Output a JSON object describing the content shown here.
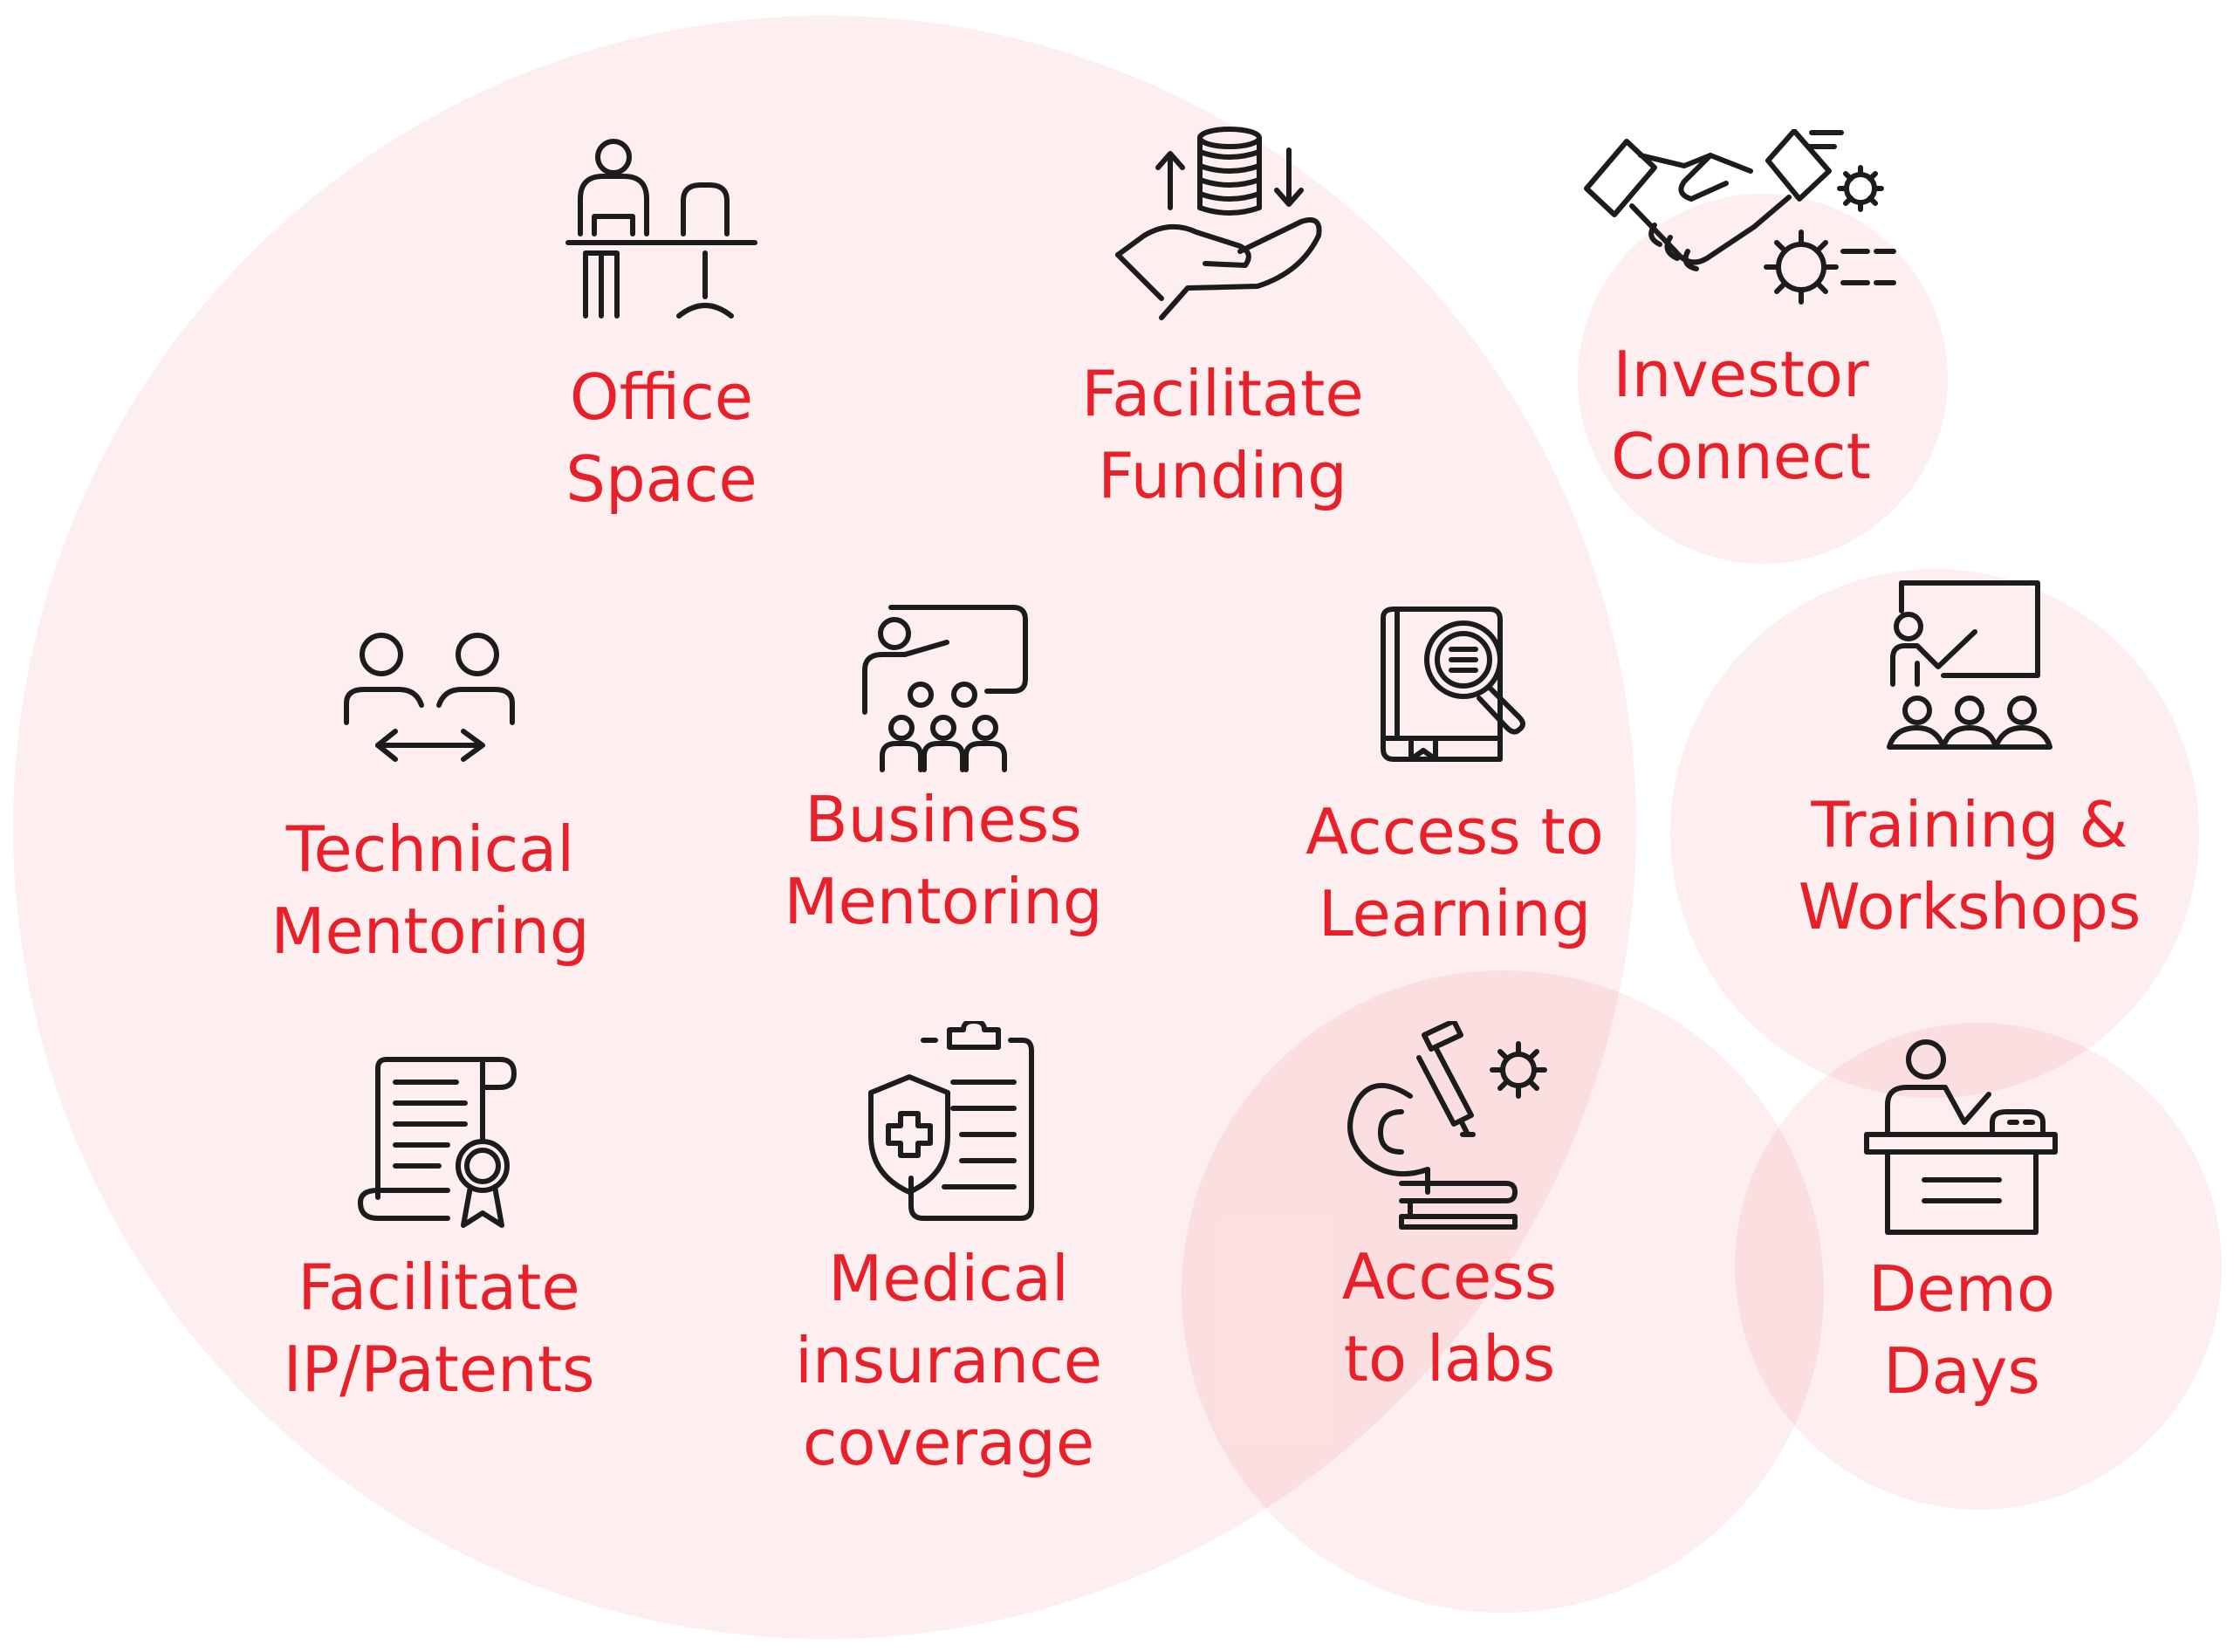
{
  "colors": {
    "label": "#e8202a",
    "bubble": "#e8202a",
    "icon_stroke": "#1c1c1c",
    "background": "#ffffff"
  },
  "items": {
    "office_space": {
      "icon": "desk-workspace-icon",
      "line1": "Office",
      "line2": "Space"
    },
    "facilitate_funding": {
      "icon": "hand-coins-icon",
      "line1": "Facilitate",
      "line2": "Funding"
    },
    "investor_connect": {
      "icon": "handshake-gears-icon",
      "line1": "Investor",
      "line2": "Connect"
    },
    "technical_mentoring": {
      "icon": "people-exchange-icon",
      "line1": "Technical",
      "line2": "Mentoring"
    },
    "business_mentoring": {
      "icon": "presenter-audience-icon",
      "line1": "Business",
      "line2": "Mentoring"
    },
    "access_to_learning": {
      "icon": "book-magnifier-icon",
      "line1": "Access to",
      "line2": "Learning"
    },
    "training_workshops": {
      "icon": "whiteboard-trainer-icon",
      "line1": "Training &",
      "line2": "Workshops"
    },
    "facilitate_ip": {
      "icon": "certificate-scroll-icon",
      "line1": "Facilitate",
      "line2": "IP/Patents"
    },
    "medical_insurance": {
      "icon": "shield-clipboard-icon",
      "line1": "Medical",
      "line2": "insurance",
      "line3": "coverage"
    },
    "access_to_labs": {
      "icon": "microscope-gear-icon",
      "line1": "Access",
      "line2": "to labs"
    },
    "demo_days": {
      "icon": "podium-speaker-icon",
      "line1": "Demo",
      "line2": "Days"
    }
  }
}
